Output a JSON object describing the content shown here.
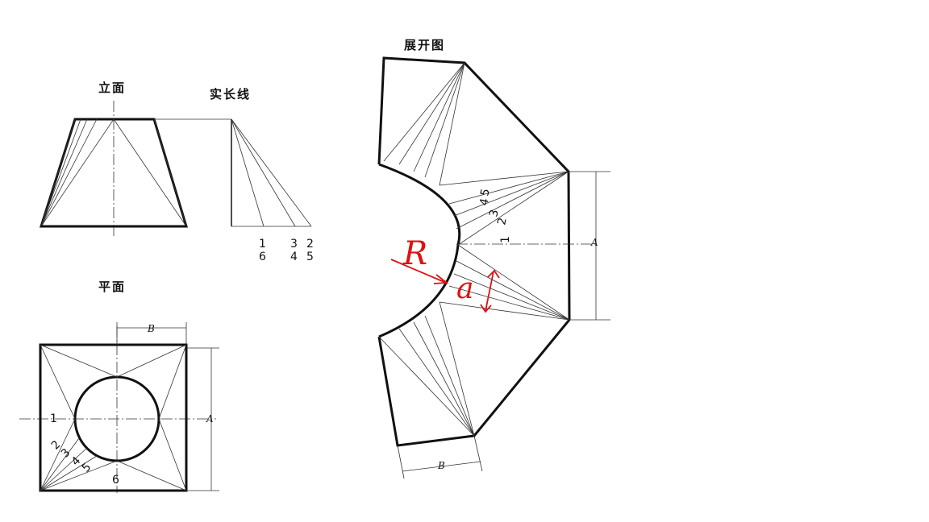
{
  "views": {
    "elevation_title": "立面",
    "true_length_title": "实长线",
    "plan_title": "平面",
    "development_title": "展开图"
  },
  "true_length_labels": {
    "top": [
      "1",
      "3",
      "2"
    ],
    "bottom": [
      "6",
      "4",
      "5"
    ]
  },
  "plan_labels": {
    "n1": "1",
    "n2": "2",
    "n3": "3",
    "n4": "4",
    "n5": "5",
    "n6": "6",
    "dim_a": "A",
    "dim_b": "B"
  },
  "development_labels": {
    "n1": "1",
    "n2": "2",
    "n3": "3",
    "n4": "4",
    "n5": "5",
    "dim_a": "A",
    "dim_b": "B"
  },
  "annotations": {
    "radius": "R",
    "a_label": "a"
  },
  "colors": {
    "ink": "#111111",
    "annotation": "#e01010"
  }
}
